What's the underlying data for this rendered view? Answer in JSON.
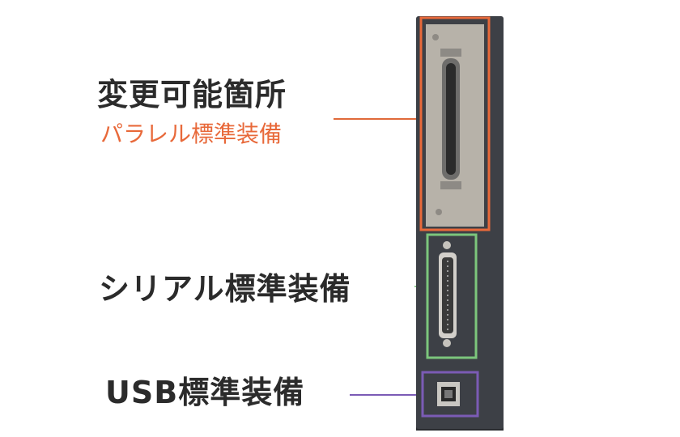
{
  "labels": {
    "changeable": "変更可能箇所",
    "parallel": "パラレル標準装備",
    "serial": "シリアル標準装備",
    "usb": "USB標準装備"
  },
  "colors": {
    "parallel_accent": "#e8693a",
    "serial_accent": "#7cc67c",
    "usb_accent": "#7b5bb5",
    "panel": "#3d4046"
  },
  "icons": [
    "db36-parallel-connector",
    "db25-serial-connector",
    "usb-b-connector"
  ]
}
